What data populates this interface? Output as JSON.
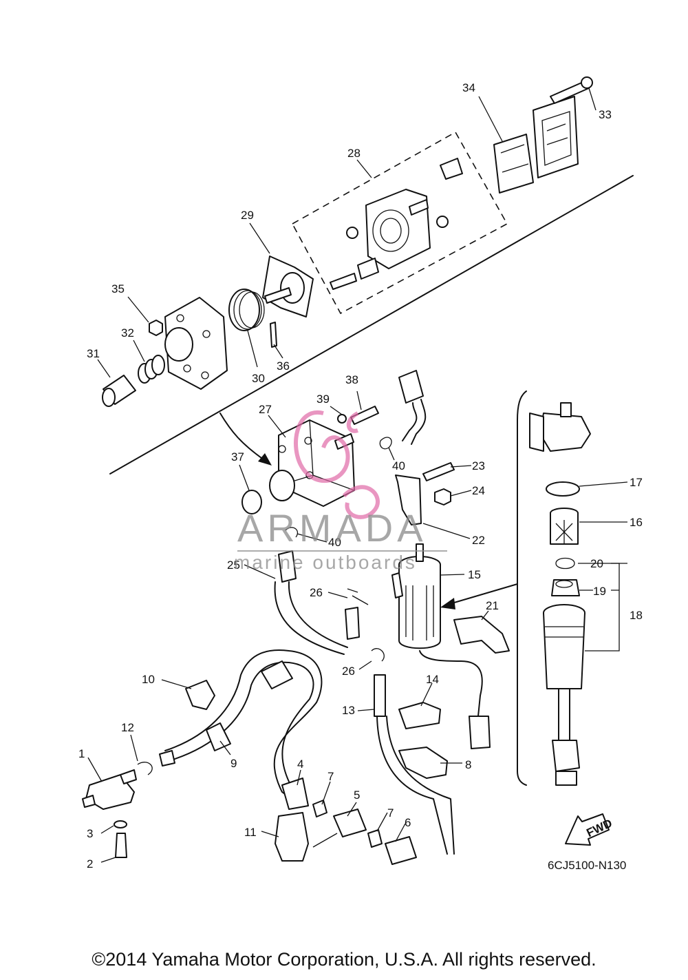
{
  "callouts": [
    "1",
    "2",
    "3",
    "4",
    "5",
    "6",
    "7",
    "8",
    "9",
    "10",
    "11",
    "12",
    "13",
    "14",
    "15",
    "16",
    "17",
    "18",
    "19",
    "20",
    "21",
    "22",
    "23",
    "24",
    "25",
    "26",
    "27",
    "28",
    "29",
    "30",
    "31",
    "32",
    "33",
    "34",
    "35",
    "36",
    "37",
    "38",
    "39",
    "40"
  ],
  "diagram_code": "6CJ5100-N130",
  "fwd_label": "FWD",
  "watermark": {
    "brand": "ARMADA",
    "tagline": "marine outboards",
    "color": "#e06aa7"
  },
  "copyright": "©2014 Yamaha Motor Corporation, U.S.A. All rights reserved."
}
